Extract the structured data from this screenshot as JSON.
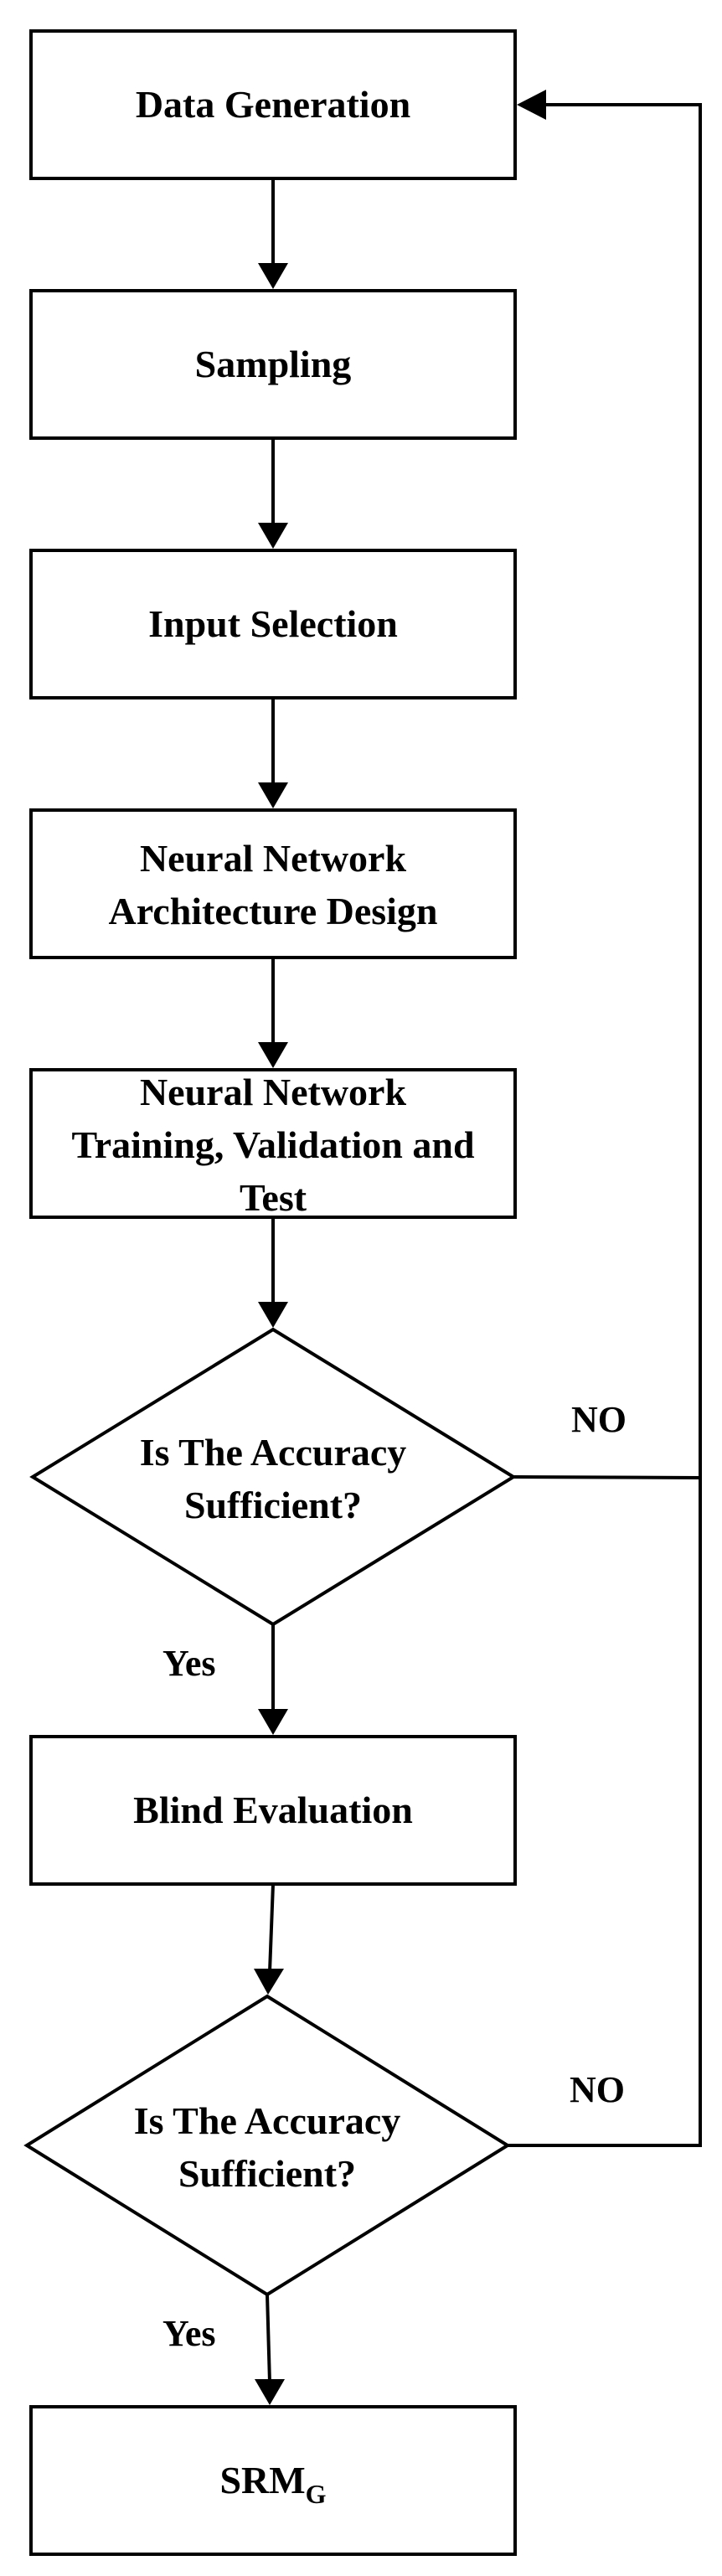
{
  "nodes": {
    "data_generation": {
      "label": "Data Generation"
    },
    "sampling": {
      "label": "Sampling"
    },
    "input_selection": {
      "label": "Input Selection"
    },
    "nn_architecture": {
      "line1": "Neural Network",
      "line2": "Architecture Design"
    },
    "nn_training": {
      "line1": "Neural Network",
      "line2": "Training, Validation and",
      "line3": "Test"
    },
    "decision_1": {
      "line1": "Is The Accuracy",
      "line2": "Sufficient?"
    },
    "blind_evaluation": {
      "label": "Blind Evaluation"
    },
    "decision_2": {
      "line1": "Is The Accuracy",
      "line2": "Sufficient?"
    },
    "srm_g": {
      "label": "SRM",
      "subscript": "G"
    }
  },
  "edge_labels": {
    "decision_1_yes": "Yes",
    "decision_1_no": "NO",
    "decision_2_yes": "Yes",
    "decision_2_no": "NO"
  },
  "colors": {
    "stroke": "#000000",
    "background": "#ffffff",
    "text": "#000000"
  }
}
